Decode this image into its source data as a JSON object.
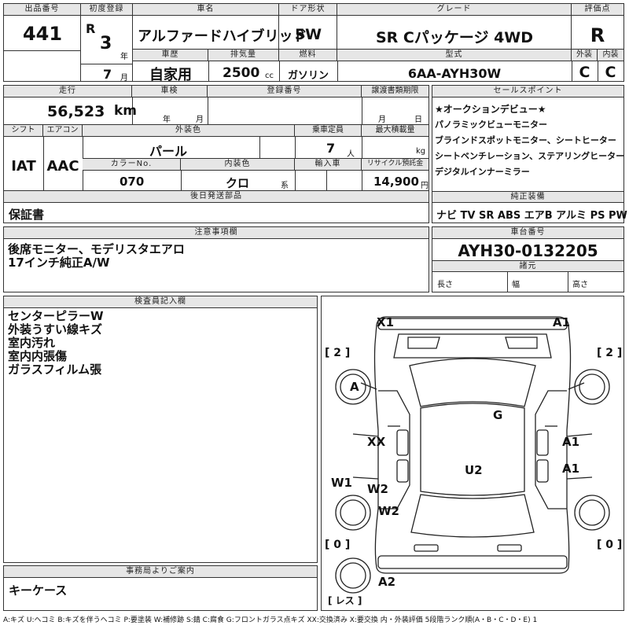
{
  "header": {
    "lot_label": "出品番号",
    "lot_no": "441",
    "first_reg_label": "初度登録",
    "era": "R",
    "year": "3",
    "year_unit": "年",
    "month": "7",
    "month_unit": "月",
    "car_name_label": "車名",
    "car_name": "アルファードハイブリッド",
    "door_label": "ドア形状",
    "door": "5W",
    "grade_label": "グレード",
    "grade": "SR Cパッケージ 4WD",
    "score_label": "評価点",
    "score": "R",
    "history_label": "車歴",
    "history": "自家用",
    "displacement_label": "排気量",
    "displacement": "2500",
    "displacement_unit": "cc",
    "fuel_label": "燃料",
    "fuel": "ガソリン",
    "model_label": "型式",
    "model": "6AA-AYH30W",
    "exterior_label": "外装",
    "exterior_grade": "C",
    "interior_label": "内装",
    "interior_grade": "C"
  },
  "row2": {
    "mileage_label": "走行",
    "mileage": "56,523",
    "mileage_unit": "km",
    "inspection_label": "車検",
    "insp_year_unit": "年",
    "insp_month_unit": "月",
    "reg_no_label": "登録番号",
    "transfer_label": "譲渡書類期限",
    "transfer_month_unit": "月",
    "transfer_day_unit": "日",
    "shift_label": "シフト",
    "shift": "IAT",
    "ac_label": "エアコン",
    "ac": "AAC",
    "color_label": "外装色",
    "color": "パール",
    "capacity_label": "乗車定員",
    "capacity": "7",
    "capacity_unit": "人",
    "load_label": "最大積載量",
    "load_unit": "kg",
    "color_no_label": "カラーNo.",
    "color_no": "070",
    "interior_color_label": "内装色",
    "interior_color": "クロ",
    "interior_color_unit": "系",
    "import_label": "輸入車",
    "recycle_label": "リサイクル預託金",
    "recycle": "14,900",
    "recycle_unit": "円"
  },
  "later_parts": {
    "label": "後日発送部品",
    "value": "保証書"
  },
  "sales_point": {
    "label": "セールスポイント",
    "lines": [
      "★オークションデビュー★",
      "パノラミックビューモニター",
      "ブラインドスポットモニター、シートヒーター",
      "シートベンチレーション、ステアリングヒーター",
      "デジタルインナーミラー"
    ]
  },
  "equipment": {
    "label": "純正装備",
    "value": "ナビ TV SR ABS エアB アルミ PS PW"
  },
  "notes": {
    "label": "注意事項欄",
    "lines": [
      "後席モニター、モデリスタエアロ",
      "17インチ純正A/W"
    ]
  },
  "chassis": {
    "label": "車台番号",
    "value": "AYH30-0132205",
    "spec_label": "諸元",
    "length_label": "長さ",
    "width_label": "幅",
    "height_label": "高さ"
  },
  "inspector": {
    "label": "検査員記入欄",
    "lines": [
      "センターピラーW",
      "外装うすい線キズ",
      "室内汚れ",
      "室内内張傷",
      "ガラスフィルム張"
    ]
  },
  "office": {
    "label": "事務局よりご案内",
    "value": "キーケース"
  },
  "diagram": {
    "marks": {
      "x1": "X1",
      "a1_top": "A1",
      "g": "G",
      "a": "A",
      "xx": "XX",
      "a1_right": "A1",
      "a1_right2": "A1",
      "u2": "U2",
      "w1": "W1",
      "w2_a": "W2",
      "w2_b": "W2",
      "a2": "A2"
    },
    "tread": {
      "fl": "[ 2 ]",
      "fr": "[ 2 ]",
      "rl": "[ 0 ]",
      "rr": "[ 0 ]",
      "spare": "[ レス ]"
    }
  },
  "legend": "A:キズ U:ヘコミ B:キズを伴うヘコミ P:要塗装 W:補修跡 S:錆 C:腐食 G:フロントガラス点キズ XX:交換済み X:要交換 内・外装評価 5段階ランク順(A・B・C・D・E) 1"
}
